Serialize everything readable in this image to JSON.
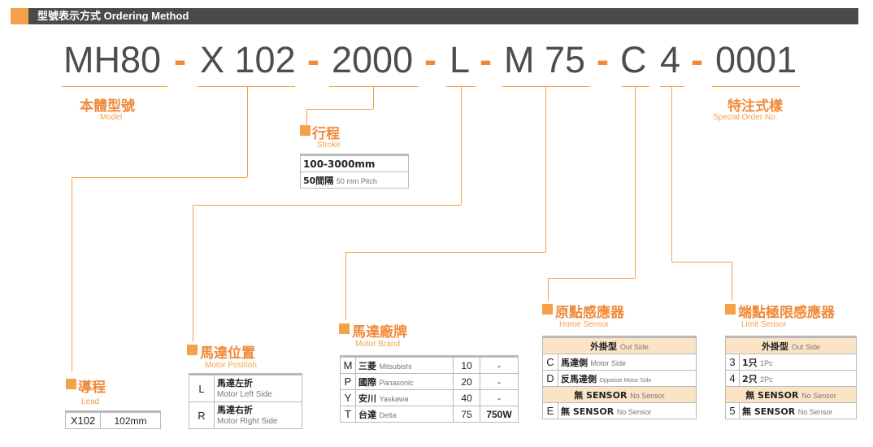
{
  "header": {
    "title": "型號表示方式 Ordering Method"
  },
  "model_code": {
    "parts": [
      "MH80",
      "X 102",
      "2000",
      "L",
      "M 75",
      "C",
      "4",
      "0001"
    ],
    "separator": "-"
  },
  "model": {
    "zh": "本體型號",
    "en": "Model"
  },
  "special": {
    "zh": "特注式樣",
    "en": "Special Order No."
  },
  "stroke": {
    "zh": "行程",
    "en": "Stroke",
    "range": "100-3000mm",
    "pitch_zh": "50間隔",
    "pitch_en": "50 mm Pitch"
  },
  "lead": {
    "zh": "導程",
    "en": "Lead",
    "code": "X102",
    "value": "102mm"
  },
  "motor_position": {
    "zh": "馬達位置",
    "en": "Motor Position",
    "rows": [
      {
        "code": "L",
        "zh": "馬達左折",
        "en": "Motor Left Side"
      },
      {
        "code": "R",
        "zh": "馬達右折",
        "en": "Motor Right Side"
      }
    ]
  },
  "motor_brand": {
    "zh": "馬達廠牌",
    "en": "Motor Brand",
    "rows": [
      {
        "code": "M",
        "zh": "三菱",
        "en": "Mitsubishi",
        "num": "10",
        "power": "-"
      },
      {
        "code": "P",
        "zh": "國際",
        "en": "Panasonic",
        "num": "20",
        "power": "-"
      },
      {
        "code": "Y",
        "zh": "安川",
        "en": "Yaskawa",
        "num": "40",
        "power": "-"
      },
      {
        "code": "T",
        "zh": "台達",
        "en": "Delta",
        "num": "75",
        "power": "750W"
      }
    ]
  },
  "home_sensor": {
    "zh": "原點感應器",
    "en": "Home Sensor",
    "head_zh": "外掛型",
    "head_en": "Out Side",
    "row_c": {
      "code": "C",
      "zh": "馬達側",
      "en": "Motor Side"
    },
    "row_d": {
      "code": "D",
      "zh": "反馬達側",
      "en": "Oppoiste Motor Side"
    },
    "head2_zh": "無 SENSOR",
    "head2_en": "No Sensor",
    "row_e": {
      "code": "E",
      "zh": "無 SENSOR",
      "en": "No Sensor"
    }
  },
  "limit_sensor": {
    "zh": "端點極限感應器",
    "en": "Limit Sensor",
    "head_zh": "外掛型",
    "head_en": "Out Side",
    "row_3": {
      "code": "3",
      "zh": "1只",
      "en": "1Pc"
    },
    "row_4": {
      "code": "4",
      "zh": "2只",
      "en": "2Pc"
    },
    "head2_zh": "無 SENSOR",
    "head2_en": "No Sensor",
    "row_5": {
      "code": "5",
      "zh": "無 SENSOR",
      "en": "No Sensor"
    }
  },
  "colors": {
    "accent": "#f5a14a",
    "accent_dark": "#f08a3a",
    "header": "#4a4a4a",
    "code_text": "#4d4d4d"
  }
}
